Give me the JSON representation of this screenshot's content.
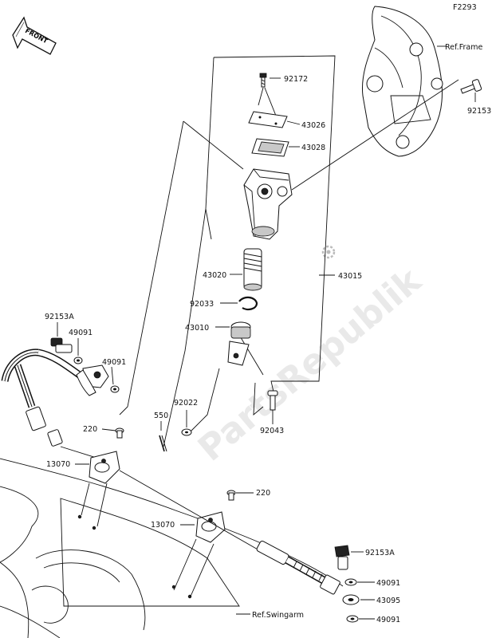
{
  "diagram_code": "F2293",
  "front_badge": "FRONT",
  "watermark": "PartsRepublik",
  "labels": {
    "ref_frame": "Ref.Frame",
    "ref_swingarm": "Ref.Swingarm",
    "p92172": "92172",
    "p43026": "43026",
    "p43028": "43028",
    "p92153_top": "92153",
    "p43015": "43015",
    "p43020": "43020",
    "p92033": "92033",
    "p43010": "43010",
    "p92153A_left": "92153A",
    "p49091_a": "49091",
    "p49091_b": "49091",
    "p550": "550",
    "p92022": "92022",
    "p92043": "92043",
    "p220_a": "220",
    "p13070_a": "13070",
    "p220_b": "220",
    "p13070_b": "13070",
    "p92153A_right": "92153A",
    "p49091_c": "49091",
    "p43095": "43095",
    "p49091_d": "49091"
  }
}
